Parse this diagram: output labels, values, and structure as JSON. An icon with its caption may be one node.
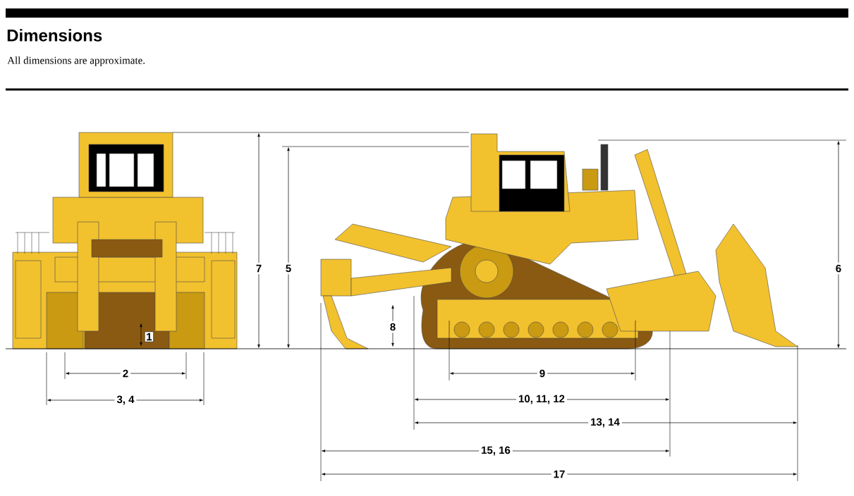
{
  "diagram": {
    "title": "Dimensions",
    "caption": "All dimensions are approximate.",
    "labels": [
      "1",
      "2",
      "3, 4",
      "7",
      "5",
      "8",
      "6",
      "9",
      "10, 11, 12",
      "13, 14",
      "15, 16",
      "17"
    ]
  }
}
